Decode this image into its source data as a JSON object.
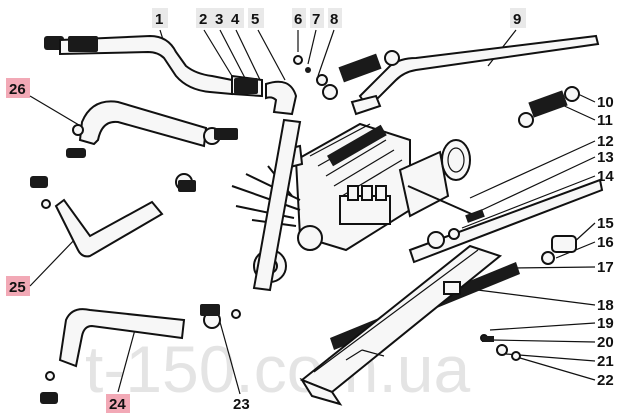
{
  "callouts_top": [
    "1",
    "2",
    "3",
    "4",
    "5",
    "6",
    "7",
    "8",
    "9"
  ],
  "callouts_right": [
    "10",
    "11",
    "12",
    "13",
    "14",
    "15",
    "16",
    "17",
    "18",
    "19",
    "20",
    "21",
    "22"
  ],
  "callouts_left": [
    "26",
    "25",
    "24",
    "23"
  ],
  "watermark": "t-150.com.ua",
  "colors": {
    "highlight": "#f2a9b6",
    "label_box": "#e9e9e9",
    "ink": "#111111"
  }
}
